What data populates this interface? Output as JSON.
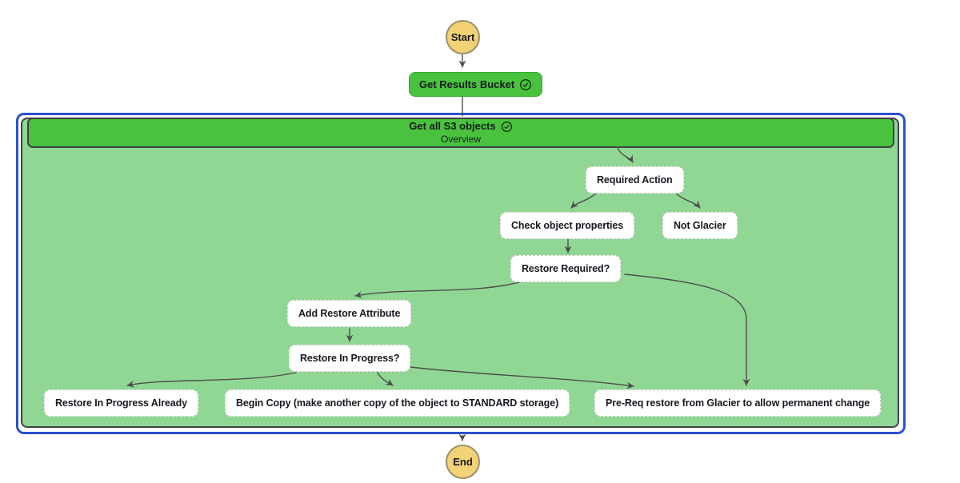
{
  "flow": {
    "start_label": "Start",
    "end_label": "End",
    "first_state": {
      "label": "Get Results Bucket",
      "status_icon": "check-circle-icon"
    },
    "map_state": {
      "title": "Get all S3 objects",
      "subtitle": "Overview",
      "status_icon": "check-circle-icon"
    },
    "states": [
      "Required Action",
      "Check object properties",
      "Not Glacier",
      "Restore Required?",
      "Add Restore Attribute",
      "Restore In Progress?",
      "Restore In Progress Already",
      "Begin Copy (make another copy of the object to STANDARD storage)",
      "Pre-Req restore from Glacier to allow permanent change"
    ]
  },
  "colors": {
    "success_green": "#49c33e",
    "map_body_green": "#90d794",
    "selection_blue": "#2b51cf",
    "node_yellow": "#f3d276",
    "connector_gray": "#4d4d4d"
  }
}
